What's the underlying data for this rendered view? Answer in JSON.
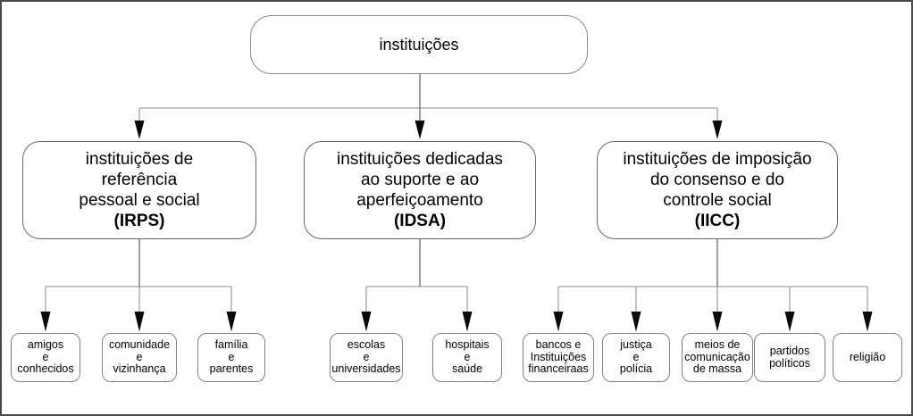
{
  "colors": {
    "background": "#ffffff",
    "frame_border": "#4a4a4a",
    "box_border": "#686868",
    "leaf_border": "#828282",
    "connector_line": "#8a8a8a",
    "stem_line": "#3c3c3c",
    "arrowhead": "#0a0a0a",
    "text": "#000000"
  },
  "root": {
    "label": "instituições"
  },
  "branches": [
    {
      "title": "instituições de\nreferência\npessoal e social",
      "acronym": "(IRPS)",
      "children": [
        {
          "label": "amigos\ne\nconhecidos"
        },
        {
          "label": "comunidade\ne\nvizinhança"
        },
        {
          "label": "família\ne\nparentes"
        }
      ]
    },
    {
      "title": "instituições dedicadas\nao suporte e ao\naperfeiçoamento",
      "acronym": "(IDSA)",
      "children": [
        {
          "label": "escolas\ne\nuniversidades"
        },
        {
          "label": "hospitais\ne\nsaúde"
        }
      ]
    },
    {
      "title": "instituições de imposição\ndo consenso e do\ncontrole social",
      "acronym": "(IICC)",
      "children": [
        {
          "label": "bancos e\nInstituições\nfinanceiraas"
        },
        {
          "label": "justiça\ne\npolícia"
        },
        {
          "label": "meios de\ncomunicação\nde massa"
        },
        {
          "label": "partidos\npolíticos"
        },
        {
          "label": "religião"
        }
      ]
    }
  ]
}
